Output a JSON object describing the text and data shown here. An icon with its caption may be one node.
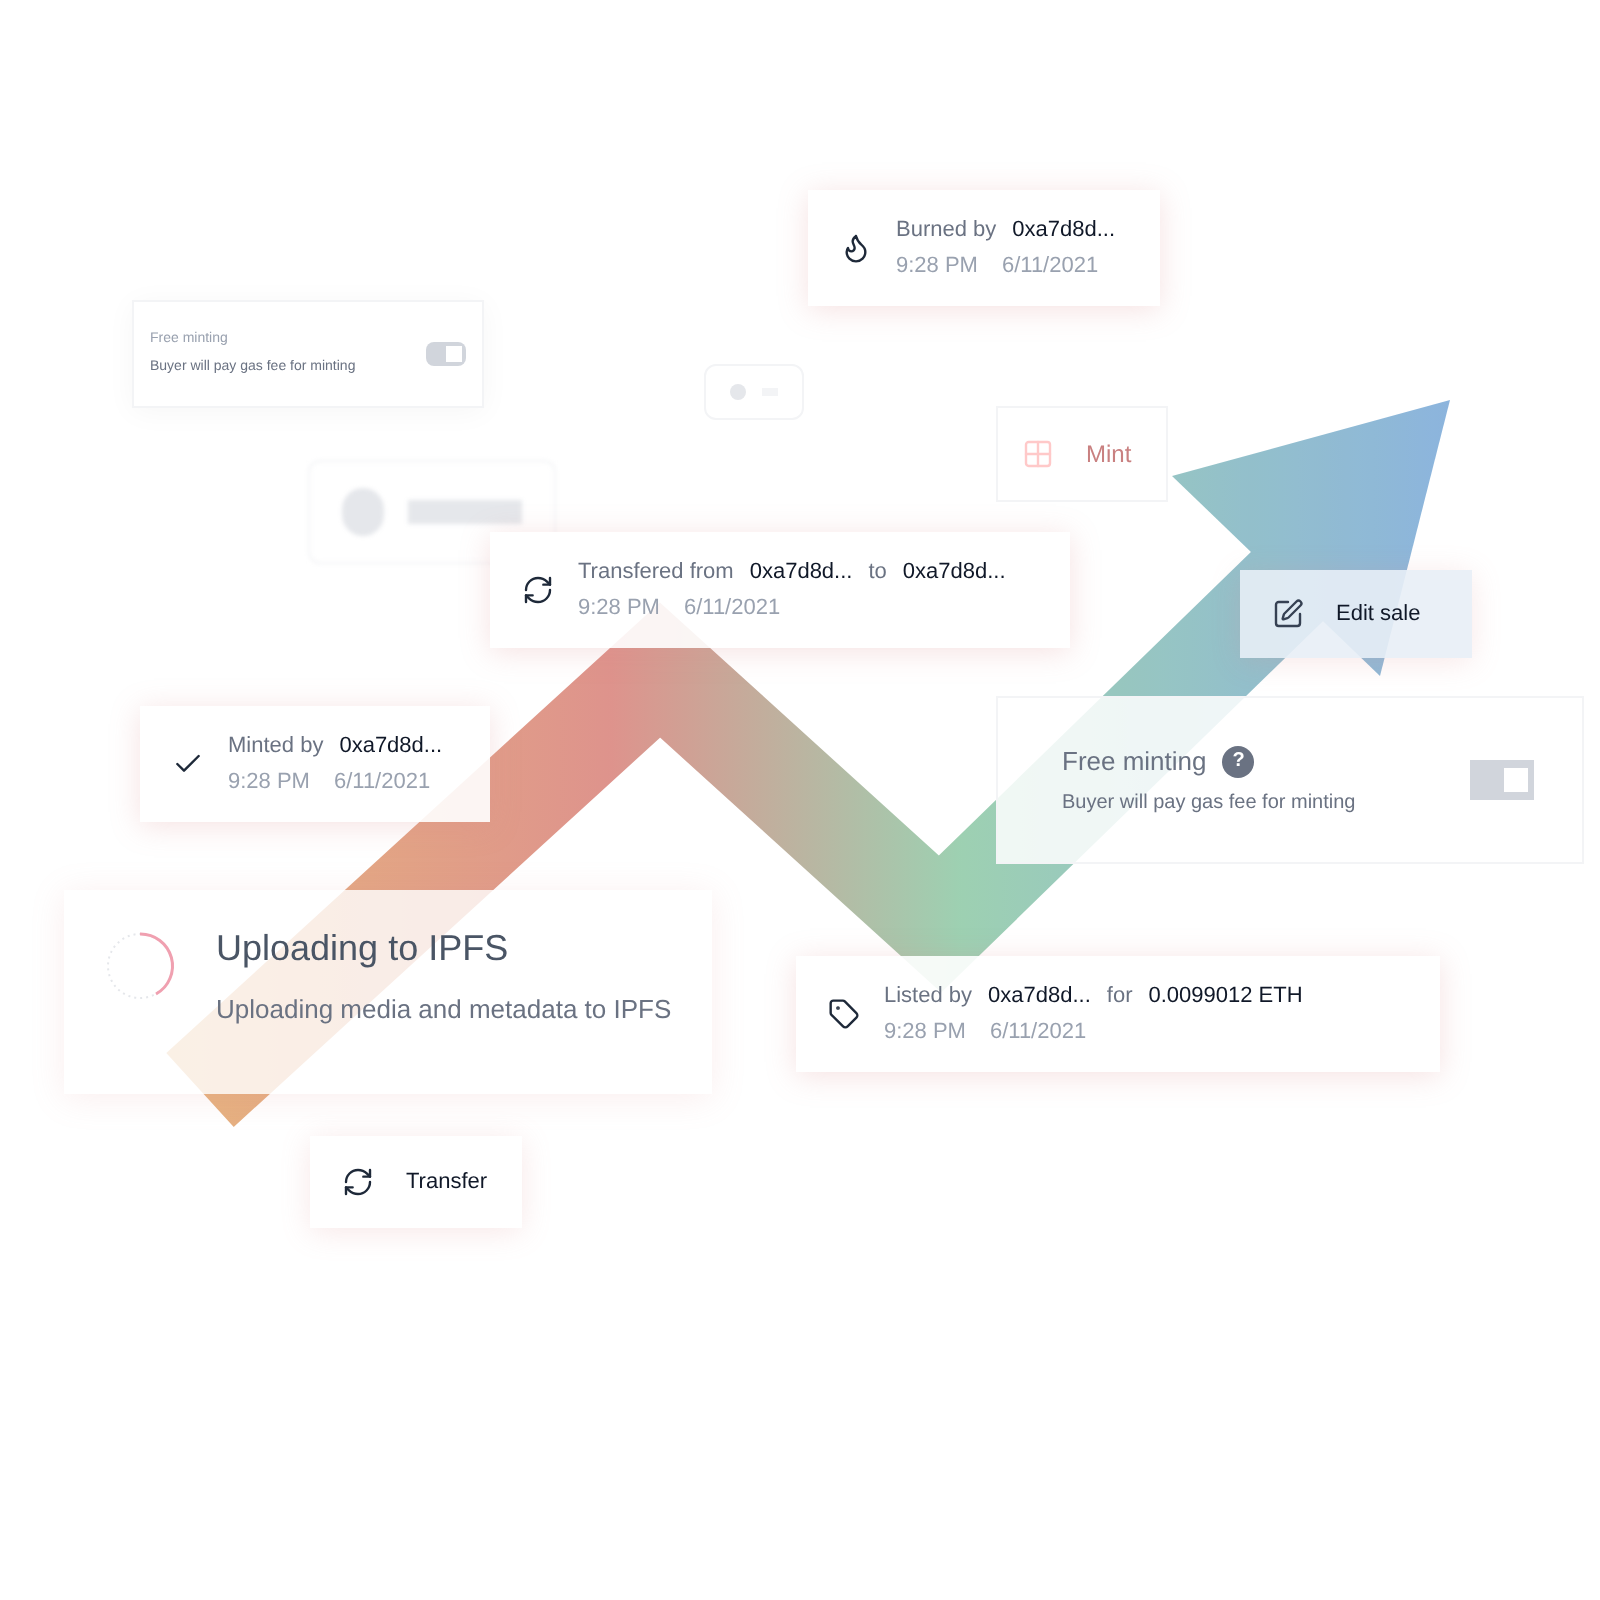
{
  "diagram": {
    "nodes": [
      {
        "text": [
          "Burned by",
          "0xa7d8d...",
          "9:28 PM",
          "6/11/2021"
        ]
      },
      {
        "text": [
          "Free minting",
          "Buyer will pay gas fee for minting"
        ]
      },
      {
        "text": [
          "Mint"
        ]
      },
      {
        "text": [
          "Transfered from",
          "0xa7d8d...",
          "to",
          "0xa7d8d...",
          "9:28 PM",
          "6/11/2021"
        ]
      },
      {
        "text": [
          "Edit sale"
        ]
      },
      {
        "text": [
          "Minted by",
          "0xa7d8d...",
          "9:28 PM",
          "6/11/2021"
        ]
      },
      {
        "text": [
          "Free minting",
          "?",
          "Buyer will pay gas fee for minting"
        ]
      },
      {
        "text": [
          "Uploading to IPFS",
          "Uploading media and metadata to IPFS"
        ]
      },
      {
        "text": [
          "Listed by",
          "0xa7d8d...",
          "for",
          "0.0099012 ETH",
          "9:28 PM",
          "6/11/2021"
        ]
      },
      {
        "text": [
          "Transfer"
        ]
      }
    ]
  }
}
